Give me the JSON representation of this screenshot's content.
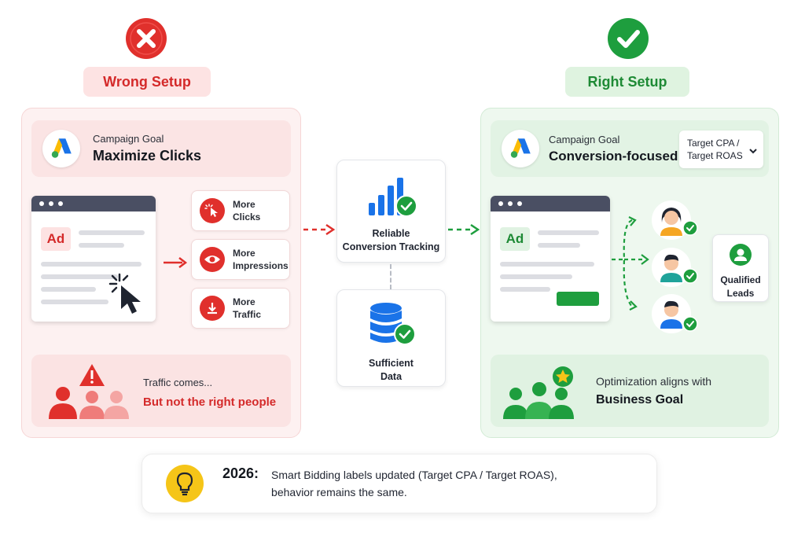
{
  "wrong": {
    "heading": "Wrong Setup",
    "goal_caption": "Campaign Goal",
    "goal_title": "Maximize Clicks",
    "ad_label": "Ad",
    "metrics": [
      {
        "line1": "More",
        "line2": "Clicks",
        "icon": "cursor-click-icon"
      },
      {
        "line1": "More",
        "line2": "Impressions",
        "icon": "eye-icon"
      },
      {
        "line1": "More",
        "line2": "Traffic",
        "icon": "download-arrow-icon"
      }
    ],
    "result_line1": "Traffic comes...",
    "result_line2": "But not the right people",
    "accent": "#e0302c"
  },
  "middle": {
    "tracking_line1": "Reliable",
    "tracking_line2": "Conversion Tracking",
    "data_line1": "Sufficient",
    "data_line2": "Data"
  },
  "right": {
    "heading": "Right Setup",
    "goal_caption": "Campaign Goal",
    "goal_title": "Conversion-focused",
    "bid_line1": "Target CPA /",
    "bid_line2": "Target ROAS",
    "ad_label": "Ad",
    "leads_line1": "Qualified",
    "leads_line2": "Leads",
    "result_line1": "Optimization aligns with",
    "result_line2": "Business Goal",
    "accent": "#1e9e3e"
  },
  "note": {
    "year": "2026:",
    "line1": "Smart Bidding labels updated (Target CPA / Target ROAS),",
    "line2": "behavior remains the same."
  }
}
